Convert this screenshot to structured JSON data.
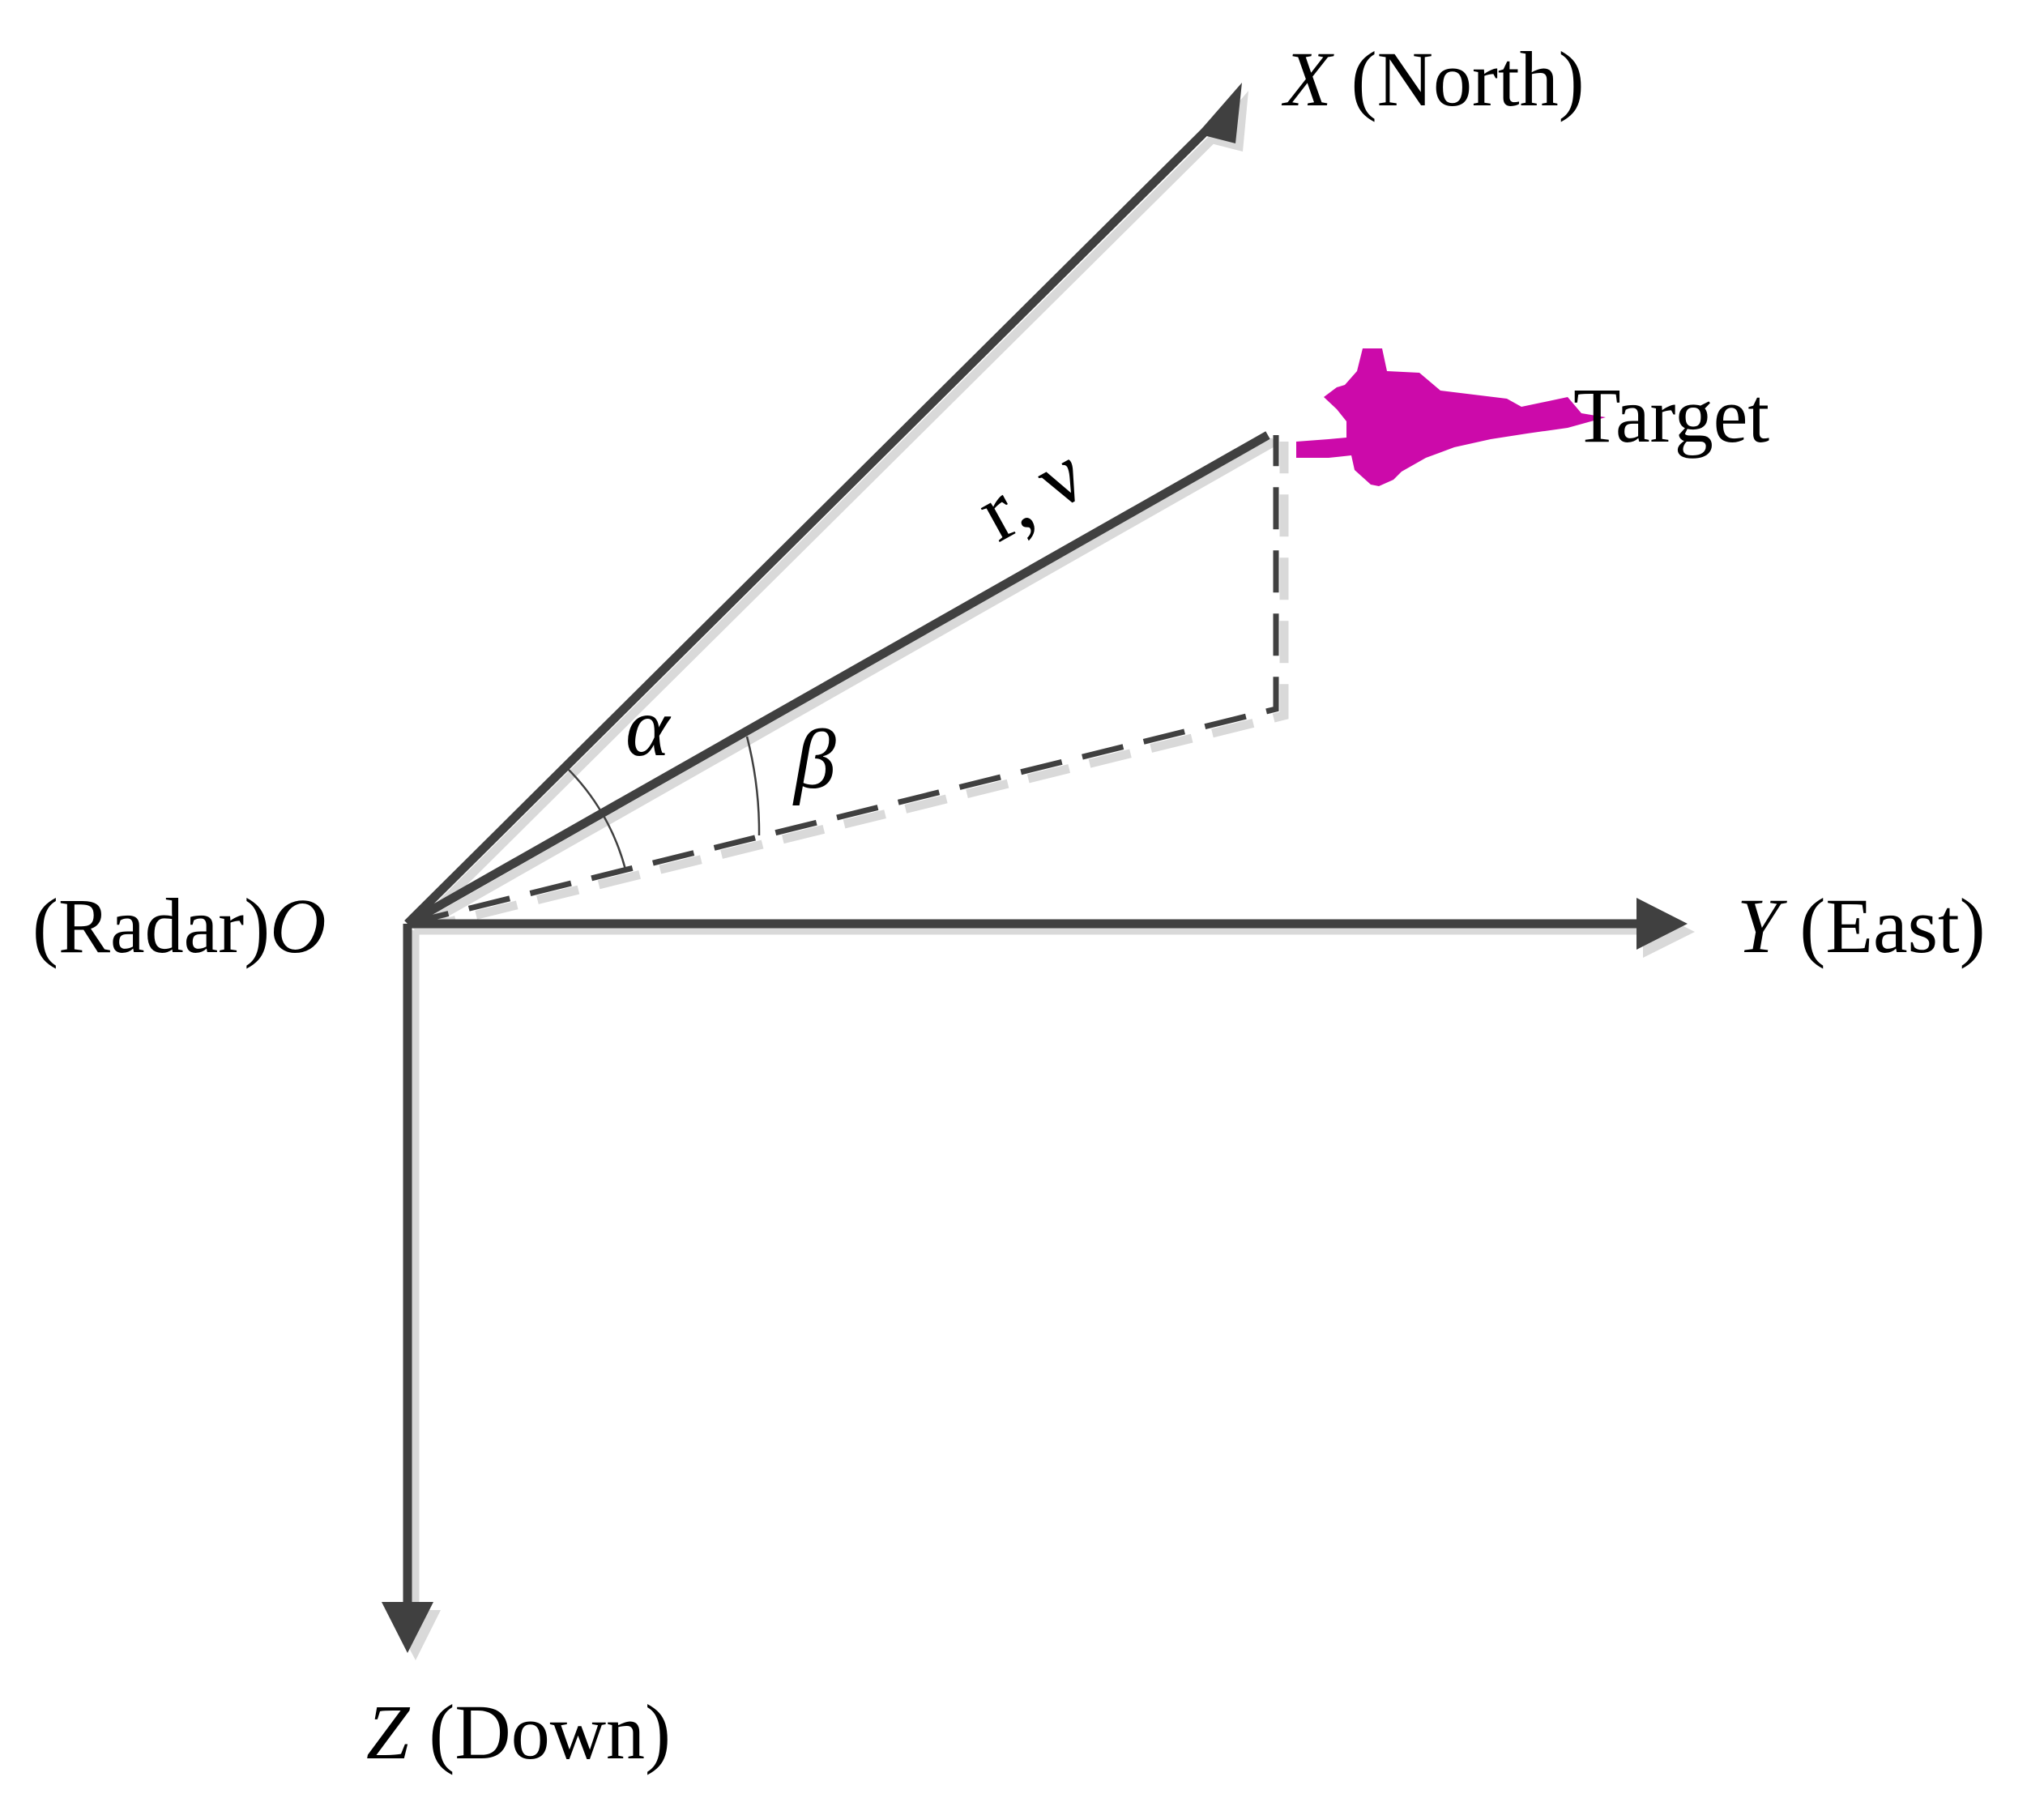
{
  "diagram": {
    "axes": {
      "x": {
        "symbol": "X",
        "direction": "(North)"
      },
      "y": {
        "symbol": "Y",
        "direction": "(East)"
      },
      "z": {
        "symbol": "Z",
        "direction": "(Down)"
      }
    },
    "origin": {
      "prefix": "(Radar)",
      "symbol": "O"
    },
    "target_label": "Target",
    "range_label": "r, ν",
    "angle_alpha": "α",
    "angle_beta": "β",
    "colors": {
      "axis": "#404040",
      "shadow": "#d8d8d8",
      "target": "#cc0aaa"
    },
    "icons": {
      "target": "fighter-jet-icon"
    }
  }
}
